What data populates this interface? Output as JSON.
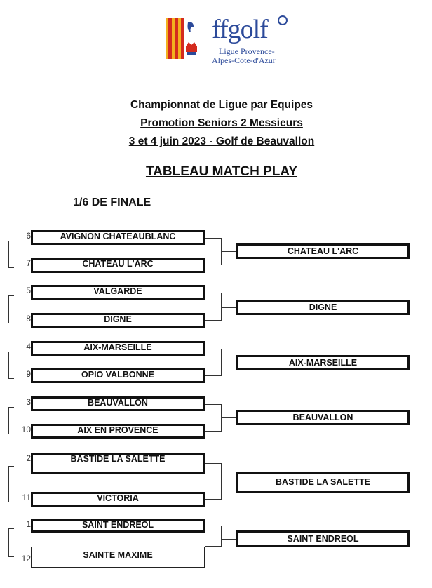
{
  "logo": {
    "brand": "ffgolf",
    "subtitle_line1": "Ligue Provence-",
    "subtitle_line2": "Alpes-Côte-d'Azur",
    "colors": {
      "red": "#d42b1e",
      "yellow": "#f2b01e",
      "blue": "#2c4a9a"
    }
  },
  "header": {
    "line1": "Championnat de Ligue par Equipes",
    "line2": "Promotion Seniors 2 Messieurs",
    "line3": "3 et 4 juin 2023 - Golf de Beauvallon",
    "tableau": "TABLEAU MATCH PLAY",
    "round": "1/6 DE FINALE"
  },
  "matches": [
    {
      "top": {
        "seed": "6",
        "team": "AVIGNON CHATEAUBLANC"
      },
      "bottom": {
        "seed": "7",
        "team": "CHATEAU L'ARC"
      },
      "winner": "CHATEAU L'ARC"
    },
    {
      "top": {
        "seed": "5",
        "team": "VALGARDE"
      },
      "bottom": {
        "seed": "8",
        "team": "DIGNE"
      },
      "winner": "DIGNE"
    },
    {
      "top": {
        "seed": "4",
        "team": "AIX-MARSEILLE"
      },
      "bottom": {
        "seed": "9",
        "team": "OPIO VALBONNE"
      },
      "winner": "AIX-MARSEILLE"
    },
    {
      "top": {
        "seed": "3",
        "team": "BEAUVALLON"
      },
      "bottom": {
        "seed": "10",
        "team": "AIX EN PROVENCE"
      },
      "winner": "BEAUVALLON"
    },
    {
      "top": {
        "seed": "2",
        "team": "BASTIDE LA SALETTE"
      },
      "bottom": {
        "seed": "11",
        "team": "VICTORIA"
      },
      "winner": "BASTIDE LA SALETTE"
    },
    {
      "top": {
        "seed": "1",
        "team": "SAINT ENDREOL"
      },
      "bottom": {
        "seed": "12",
        "team": "SAINTE MAXIME"
      },
      "winner": "SAINT ENDREOL"
    }
  ]
}
